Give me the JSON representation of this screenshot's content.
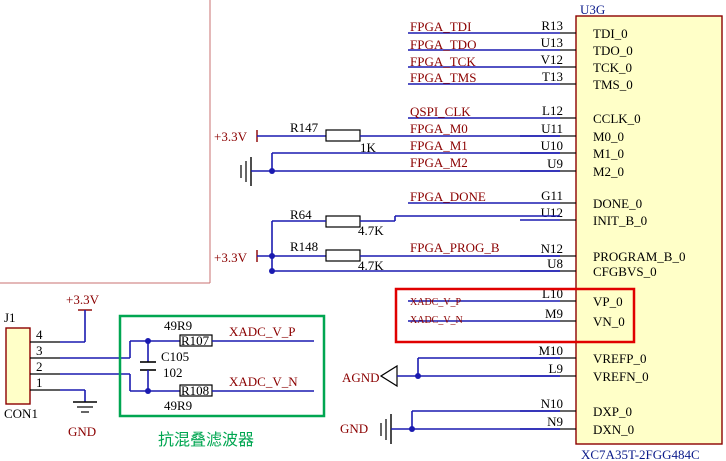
{
  "chip": {
    "refdes": "U3G",
    "part": "XC7A35T-2FGG484C",
    "pins": [
      {
        "net": "FPGA_TDI",
        "num": "R13",
        "name": "TDI_0"
      },
      {
        "net": "FPGA_TDO",
        "num": "U13",
        "name": "TDO_0"
      },
      {
        "net": "FPGA_TCK",
        "num": "V12",
        "name": "TCK_0"
      },
      {
        "net": "FPGA_TMS",
        "num": "T13",
        "name": "TMS_0"
      },
      {
        "net": "QSPI_CLK",
        "num": "L12",
        "name": "CCLK_0"
      },
      {
        "net": "FPGA_M0",
        "num": "U11",
        "name": "M0_0"
      },
      {
        "net": "FPGA_M1",
        "num": "U10",
        "name": "M1_0"
      },
      {
        "net": "FPGA_M2",
        "num": "U9",
        "name": "M2_0"
      },
      {
        "net": "FPGA_DONE",
        "num": "G11",
        "name": "DONE_0"
      },
      {
        "net": "",
        "num": "U12",
        "name": "INIT_B_0"
      },
      {
        "net": "FPGA_PROG_B",
        "num": "N12",
        "name": "PROGRAM_B_0"
      },
      {
        "net": "",
        "num": "U8",
        "name": "CFGBVS_0"
      },
      {
        "net": "XADC_V_P",
        "num": "L10",
        "name": "VP_0"
      },
      {
        "net": "XADC_V_N",
        "num": "M9",
        "name": "VN_0"
      },
      {
        "net": "",
        "num": "M10",
        "name": "VREFP_0"
      },
      {
        "net": "",
        "num": "L9",
        "name": "VREFN_0"
      },
      {
        "net": "",
        "num": "N10",
        "name": "DXP_0"
      },
      {
        "net": "",
        "num": "N9",
        "name": "DXN_0"
      }
    ]
  },
  "resistors": {
    "r147": {
      "ref": "R147",
      "value": "1K"
    },
    "r64": {
      "ref": "R64",
      "value": "4.7K"
    },
    "r148": {
      "ref": "R148",
      "value": "4.7K"
    },
    "r107": {
      "ref": "R107",
      "value": "49R9"
    },
    "r108": {
      "ref": "R108",
      "value": "49R9"
    }
  },
  "capacitor": {
    "ref": "C105",
    "value": "102"
  },
  "power": {
    "v33": "+3.3V",
    "gnd": "GND",
    "agnd": "AGND"
  },
  "connector": {
    "ref": "J1",
    "name": "CON1",
    "pins": [
      "4",
      "3",
      "2",
      "1"
    ]
  },
  "filter": {
    "net_p": "XADC_V_P",
    "net_n": "XADC_V_N",
    "caption": "抗混叠滤波器",
    "caption_color": "#00a651"
  },
  "colors": {
    "wire": "#1a1ab0",
    "part_outline": "#8b0000",
    "part_fill": "#ffffc8",
    "net_label": "#8b0000",
    "highlight_box": "#e00000",
    "filter_box": "#00a651"
  }
}
